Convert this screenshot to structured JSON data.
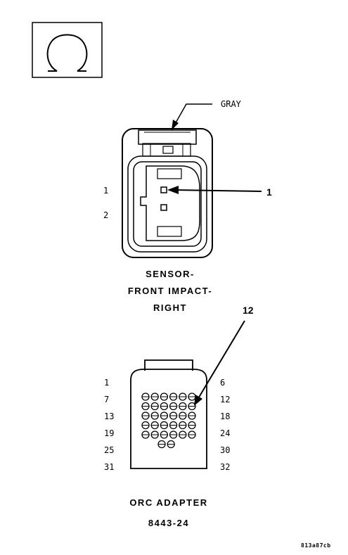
{
  "ohm_symbol": "Ω",
  "sensor": {
    "wire_color": "GRAY",
    "pin_labels": [
      "1",
      "2"
    ],
    "callout": "1",
    "title_lines": [
      "SENSOR-",
      "FRONT IMPACT-",
      "RIGHT"
    ]
  },
  "adapter": {
    "callout": "12",
    "left_pin_labels": [
      "1",
      "7",
      "13",
      "19",
      "25",
      "31"
    ],
    "right_pin_labels": [
      "6",
      "12",
      "18",
      "24",
      "30",
      "32"
    ],
    "title_lines": [
      "ORC ADAPTER",
      "8443-24"
    ]
  },
  "figure_code": "813a87cb"
}
